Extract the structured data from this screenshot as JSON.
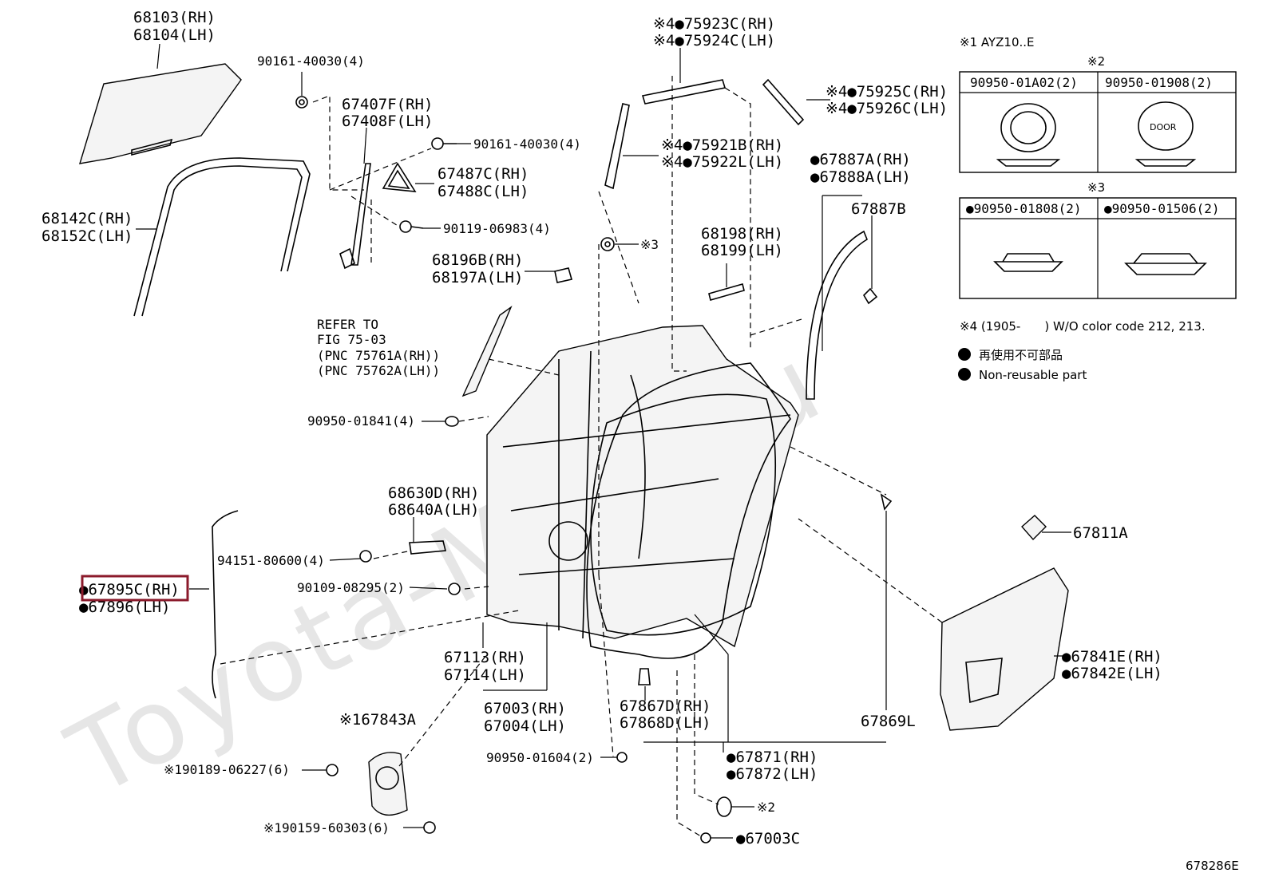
{
  "watermark": "Toyota-Mine.ru",
  "figure_id": "678286E",
  "parts": {
    "p68103": "68103(RH)",
    "p68104": "68104(LH)",
    "p90161a": "90161-40030(4)",
    "p67407": "67407F(RH)",
    "p67408": "67408F(LH)",
    "p90161b": "90161-40030(4)",
    "p67487": "67487C(RH)",
    "p67488": "67488C(LH)",
    "p68142": "68142C(RH)",
    "p68152": "68152C(LH)",
    "p90119": "90119-06983(4)",
    "p75923": "※4●75923C(RH)",
    "p75924": "※4●75924C(LH)",
    "p75925": "※4●75925C(RH)",
    "p75926": "※4●75926C(LH)",
    "p75921": "※4●75921B(RH)",
    "p75922": "※4●75922L(LH)",
    "p67887": "●67887A(RH)",
    "p67888": "●67888A(LH)",
    "p67887b": "67887B",
    "p_x3": "※3",
    "p68198": "68198(RH)",
    "p68199": "68199(LH)",
    "p68196": "68196B(RH)",
    "p68197": "68197A(LH)",
    "refer1": "REFER TO",
    "refer2": "FIG 75-03",
    "refer3": "(PNC 75761A(RH))",
    "refer4": "(PNC 75762A(LH))",
    "p90950_01841": "90950-01841(4)",
    "p68630": "68630D(RH)",
    "p68640": "68640A(LH)",
    "p94151": "94151-80600(4)",
    "p67895": "●67895C(RH)",
    "p67896": "●67896(LH)",
    "p90109": "90109-08295(2)",
    "p67113": "67113(RH)",
    "p67114": "67114(LH)",
    "p67003": "67003(RH)",
    "p67004": "67004(LH)",
    "p67867": "67867D(RH)",
    "p67868": "67868D(LH)",
    "p67869": "67869L",
    "p67811": "67811A",
    "p67841": "●67841E(RH)",
    "p67842": "●67842E(LH)",
    "p67843": "※167843A",
    "p90189": "※190189-06227(6)",
    "p90159": "※190159-60303(6)",
    "p90950_01604": "90950-01604(2)",
    "p67871": "●67871(RH)",
    "p67872": "●67872(LH)",
    "p_x2": "※2",
    "p67003c": "●67003C"
  },
  "notes": {
    "n1": "※1 AYZ10..E",
    "x2_header": "※2",
    "x2_col1": "90950-01A02(2)",
    "x2_col2": "90950-01908(2)",
    "door_text": "DOOR",
    "x3_header": "※3",
    "x3_col1": "●90950-01808(2)",
    "x3_col2": "●90950-01506(2)",
    "n4": "※4 (1905-　　) W/O color code 212, 213.",
    "legend_jp": "再使用不可部品",
    "legend_en": "Non-reusable part"
  },
  "highlight": {
    "part": "67895C(RH)",
    "color": "#8b1a2b"
  }
}
